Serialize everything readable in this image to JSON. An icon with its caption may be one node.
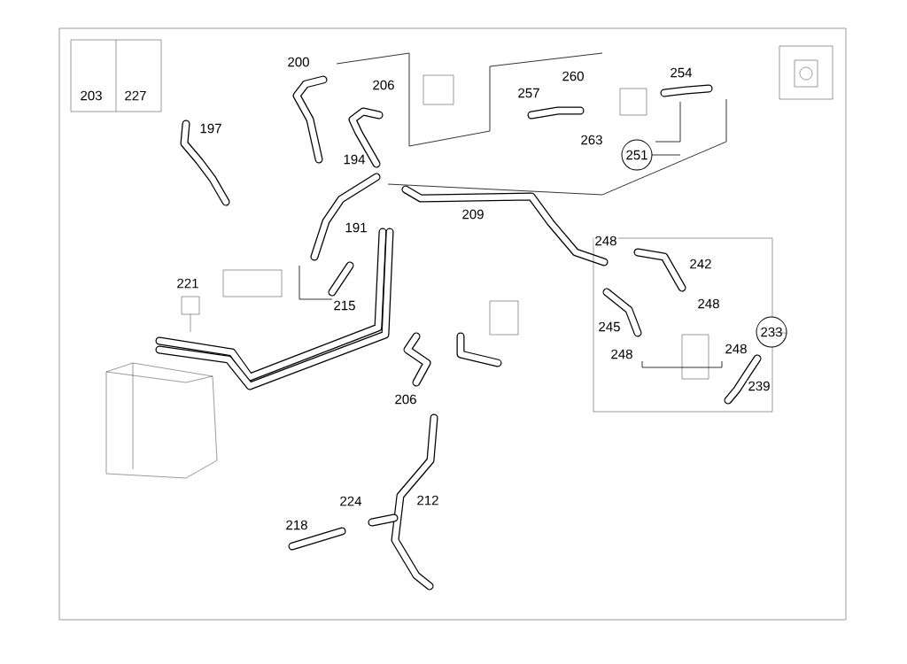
{
  "diagram": {
    "nodes": [
      {
        "text": [
          "251"
        ]
      },
      {
        "text": [],
        "shape": "box"
      },
      {
        "text": [
          "233"
        ]
      }
    ],
    "edges": [
      {
        "from": 2,
        "to": 1,
        "arrow": "none"
      }
    ],
    "labels": [
      "200",
      "254",
      "260",
      "206",
      "257",
      "203",
      "227",
      "197",
      "263",
      "194",
      "209",
      "191",
      "248",
      "242",
      "221",
      "248",
      "215",
      "245",
      "248",
      "248",
      "239",
      "206",
      "212",
      "224",
      "218"
    ]
  }
}
